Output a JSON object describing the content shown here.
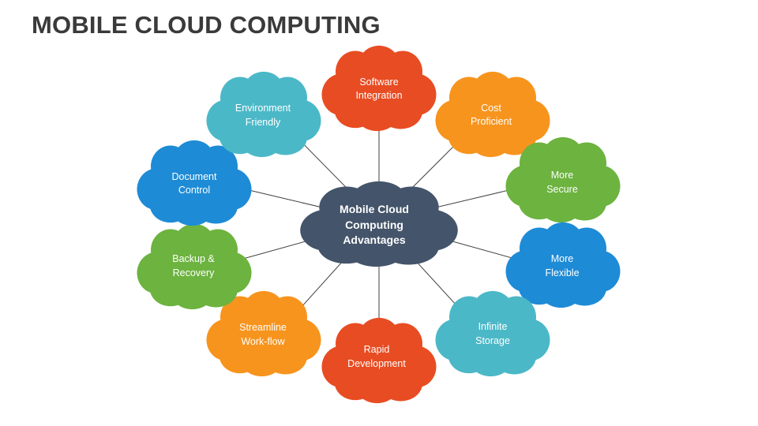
{
  "title": "MOBILE CLOUD COMPUTING",
  "colors": {
    "center": "#44546a",
    "red": "#e84c22",
    "orange": "#f7941d",
    "green": "#6cb33f",
    "blue": "#1e8bd6",
    "teal": "#4bb8c7",
    "connector": "#404040"
  },
  "center": {
    "line1": "Mobile Cloud",
    "line2": "Computing",
    "line3": "Advantages",
    "color": "center"
  },
  "nodes": [
    {
      "line1": "Software",
      "line2": "Integration",
      "color": "red"
    },
    {
      "line1": "Cost",
      "line2": "Proficient",
      "color": "orange"
    },
    {
      "line1": "More",
      "line2": "Secure",
      "color": "green"
    },
    {
      "line1": "More",
      "line2": "Flexible",
      "color": "blue"
    },
    {
      "line1": "Infinite",
      "line2": "Storage",
      "color": "teal"
    },
    {
      "line1": "Rapid",
      "line2": "Development",
      "color": "red"
    },
    {
      "line1": "Streamline",
      "line2": "Work-flow",
      "color": "orange"
    },
    {
      "line1": "Backup &",
      "line2": "Recovery",
      "color": "green"
    },
    {
      "line1": "Document",
      "line2": "Control",
      "color": "blue"
    },
    {
      "line1": "Environment",
      "line2": "Friendly",
      "color": "teal"
    }
  ]
}
